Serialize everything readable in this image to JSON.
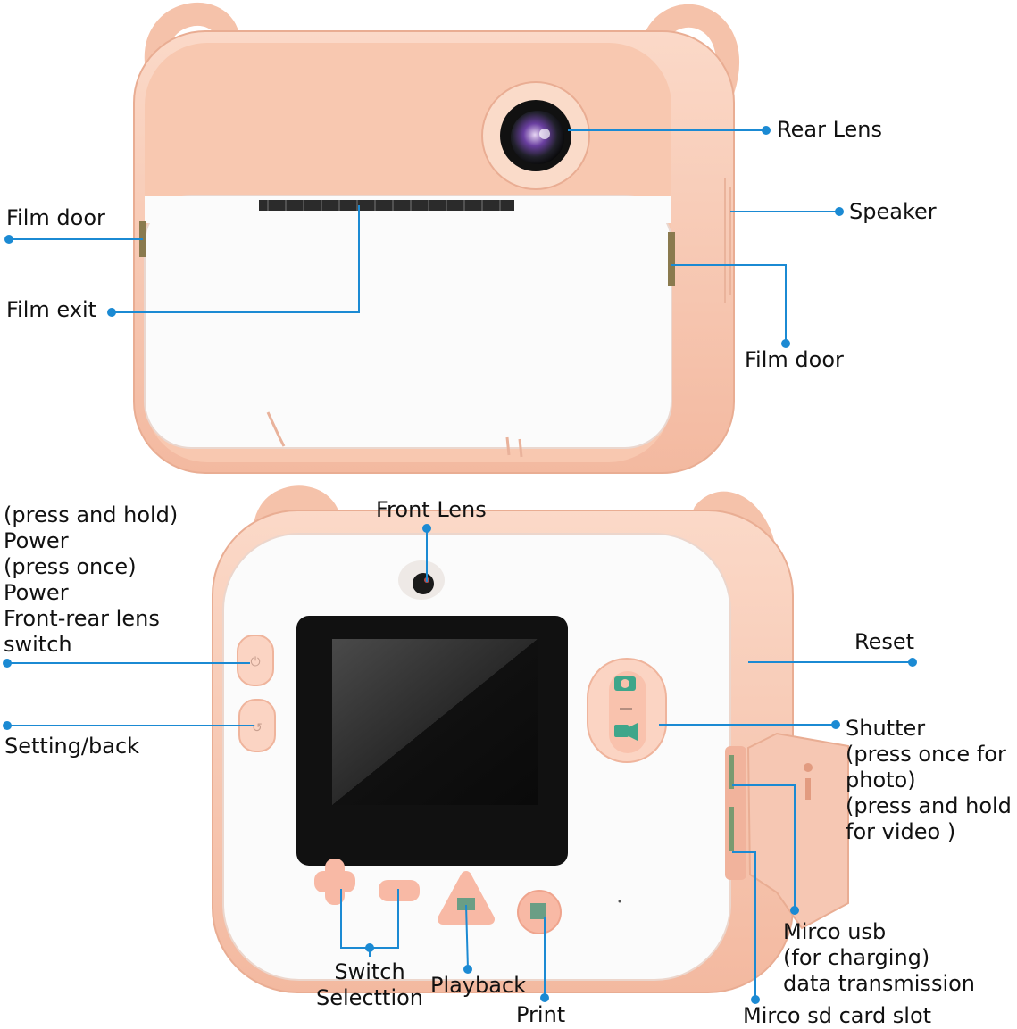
{
  "labels": {
    "rear_lens": "Rear Lens",
    "speaker": "Speaker",
    "film_door_left": "Film door",
    "film_exit": "Film exit",
    "film_door_right": "Film door",
    "front_lens": "Front Lens",
    "power_lines": [
      "(press and hold)",
      "Power",
      "(press once)",
      "Power",
      "Front-rear lens",
      "switch"
    ],
    "setting_back": "Setting/back",
    "reset": "Reset",
    "shutter_lines": [
      "Shutter",
      "(press once for",
      "photo)",
      "(press and hold",
      "for video )"
    ],
    "micro_usb_lines": [
      "Mirco usb",
      "(for charging)",
      "data transmission"
    ],
    "switch_selection_lines": [
      "Switch",
      "Selecttion"
    ],
    "playback": "Playback",
    "print": "Print",
    "sd_slot": "Mirco sd card slot"
  },
  "colors": {
    "callout": "#1b8ad3",
    "shell": "#f7c9b3",
    "shell_dark": "#eaa98f",
    "panel": "#fbfbfb",
    "screen": "#111111"
  },
  "icons": [
    "camera-icon",
    "video-icon",
    "image-icon",
    "print-icon",
    "plus-icon",
    "minus-icon"
  ]
}
